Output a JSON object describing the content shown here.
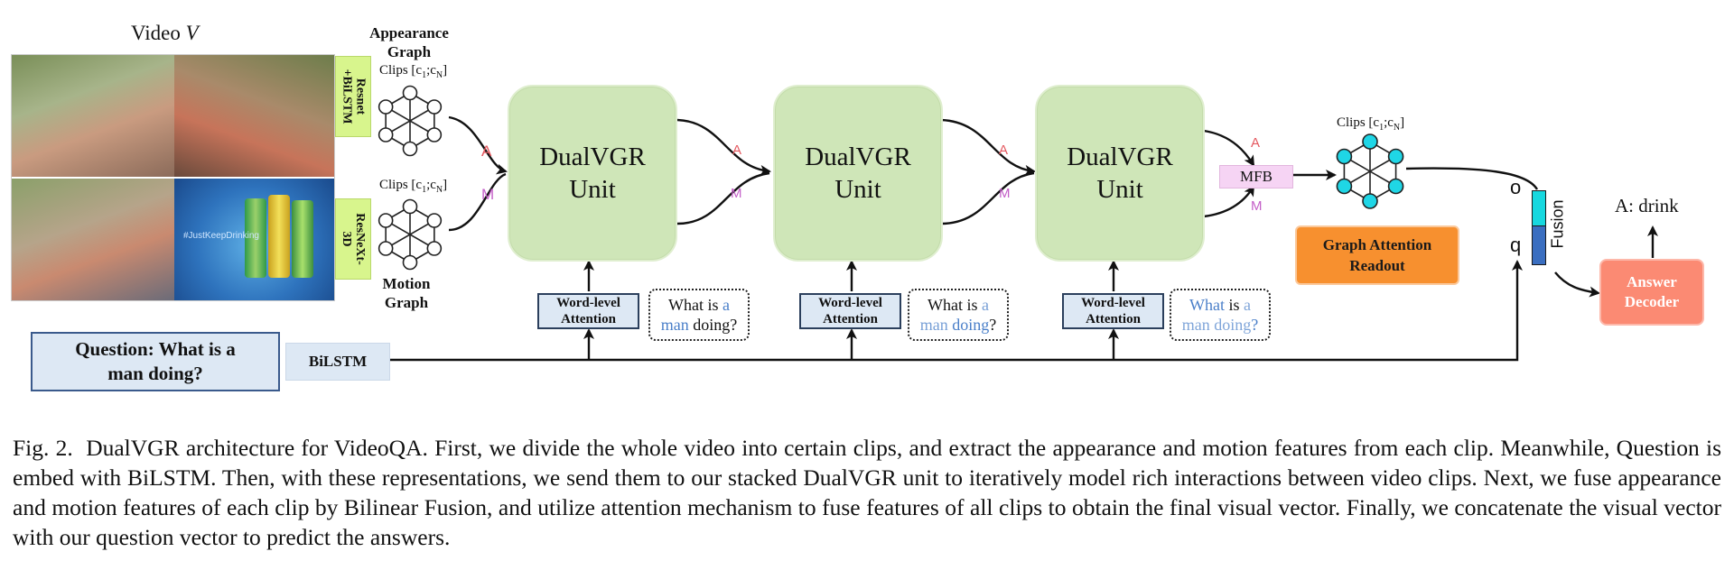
{
  "video": {
    "label_prefix": "Video ",
    "label_var": "V",
    "frame_overlay_text": "#JustKeepDrinking"
  },
  "features": {
    "appearance_extractor": "Resnet\n+BiLSTM",
    "motion_extractor": "ResNeXt-\n3D"
  },
  "graphs": {
    "appearance_title": "Appearance\nGraph",
    "motion_title": "Motion\nGraph",
    "clips_label": "Clips [c",
    "clips_sub1": "1",
    "clips_mid": ";c",
    "clips_subN": "N",
    "clips_end": "]"
  },
  "edges": {
    "appearance": "A",
    "motion": "M"
  },
  "units": [
    {
      "line1": "DualVGR",
      "line2": "Unit"
    },
    {
      "line1": "DualVGR",
      "line2": "Unit"
    },
    {
      "line1": "DualVGR",
      "line2": "Unit"
    }
  ],
  "word_attention": "Word-level\nAttention",
  "question_words": [
    "What",
    "is",
    "a",
    "man",
    "doing",
    "?"
  ],
  "mfb": "MFB",
  "readout": "Graph Attention\nReadout",
  "fusion": {
    "label": "Fusion",
    "o_symbol": "o",
    "q_symbol": "q"
  },
  "answer_decoder": "Answer\nDecoder",
  "answer": "A: drink",
  "question_box": "Question: What is a\nman doing?",
  "bilstm": "BiLSTM",
  "caption": {
    "fig_label": "Fig. 2.",
    "text": "DualVGR architecture for VideoQA. First, we divide the whole video into certain clips, and extract the appearance and motion features from each clip. Meanwhile, Question is embed with BiLSTM. Then, with these representations, we send them to our stacked DualVGR unit to iteratively model rich interactions between video clips. Next, we fuse appearance and motion features of each clip by Bilinear Fusion, and utilize attention mechanism to fuse features of all clips to obtain the final visual vector. Finally, we concatenate the visual vector with our question vector to predict the answers."
  },
  "colors": {
    "unit_fill": "#cfe6b8",
    "word_attention_fill": "#dde8f4",
    "feature_fill": "#d8f58d",
    "readout_fill": "#f7902f",
    "decoder_fill": "#fb8a73",
    "graph_node": "#1fd6e6",
    "edge_label_a": "#e4585f",
    "edge_label_m": "#c45fc8",
    "mfb_fill": "#f6d4f4",
    "fusion_top": "#17d8df",
    "fusion_bottom": "#3a6ec0",
    "highlight_word": "#4a7fc9"
  }
}
